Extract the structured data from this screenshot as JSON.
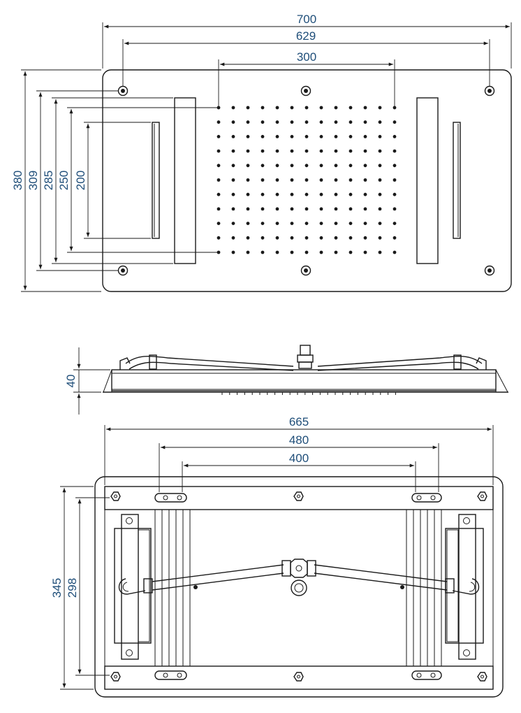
{
  "top_view": {
    "width_overall": "700",
    "width_mount": "629",
    "width_spray": "300",
    "height_overall": "380",
    "height_mount": "309",
    "height_inner": "285",
    "height_bar": "250",
    "height_strip": "200"
  },
  "side_view": {
    "thickness": "40"
  },
  "bottom_view": {
    "width_overall": "665",
    "width_a": "480",
    "width_b": "400",
    "height_overall": "345",
    "height_mount": "298"
  },
  "colors": {
    "dimension_text": "#1f4e79",
    "line": "#1a1a1a"
  }
}
